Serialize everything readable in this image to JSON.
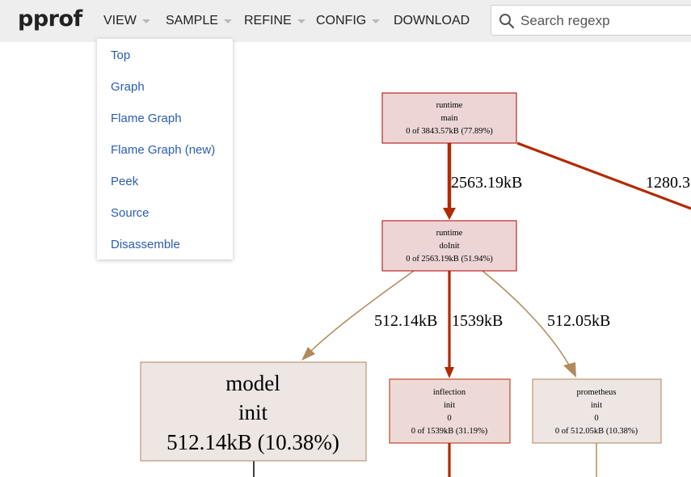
{
  "app": {
    "title": "pprof"
  },
  "menu": [
    {
      "label": "VIEW",
      "has_caret": true
    },
    {
      "label": "SAMPLE",
      "has_caret": true
    },
    {
      "label": "REFINE",
      "has_caret": true
    },
    {
      "label": "CONFIG",
      "has_caret": true
    },
    {
      "label": "DOWNLOAD",
      "has_caret": false
    }
  ],
  "search": {
    "placeholder": "Search regexp",
    "value": ""
  },
  "view_dropdown": {
    "items": [
      "Top",
      "Graph",
      "Flame Graph",
      "Flame Graph (new)",
      "Peek",
      "Source",
      "Disassemble"
    ]
  },
  "graph": {
    "nodes": {
      "runtime_main": {
        "line1": "runtime",
        "line2": "main",
        "line3": "0 of 3843.57kB (77.89%)"
      },
      "runtime_doinit": {
        "line1": "runtime",
        "line2": "doInit",
        "line3": "0 of 2563.19kB (51.94%)"
      },
      "model_init": {
        "line1": "model",
        "line2": "init",
        "line3": "512.14kB (10.38%)"
      },
      "inflection_init": {
        "line1": "inflection",
        "line2": "init",
        "line3": "0",
        "line4": "0 of 1539kB (31.19%)"
      },
      "prometheus_init": {
        "line1": "prometheus",
        "line2": "init",
        "line3": "0",
        "line4": "0 of 512.05kB (10.38%)"
      }
    },
    "edges": {
      "main_to_doinit": "2563.19kB",
      "main_to_right": "1280.3",
      "doinit_to_model": "512.14kB",
      "doinit_to_inflection": "1539kB",
      "doinit_to_prometheus": "512.05kB"
    },
    "colors": {
      "hot_edge": "#b22a00",
      "cool_edge": "#b28a5a",
      "hot_node_fill": "#edd5d5",
      "hot_node_stroke": "#b20000",
      "cool_node_fill": "#ede6e2",
      "cool_node_stroke": "#b28660"
    }
  }
}
